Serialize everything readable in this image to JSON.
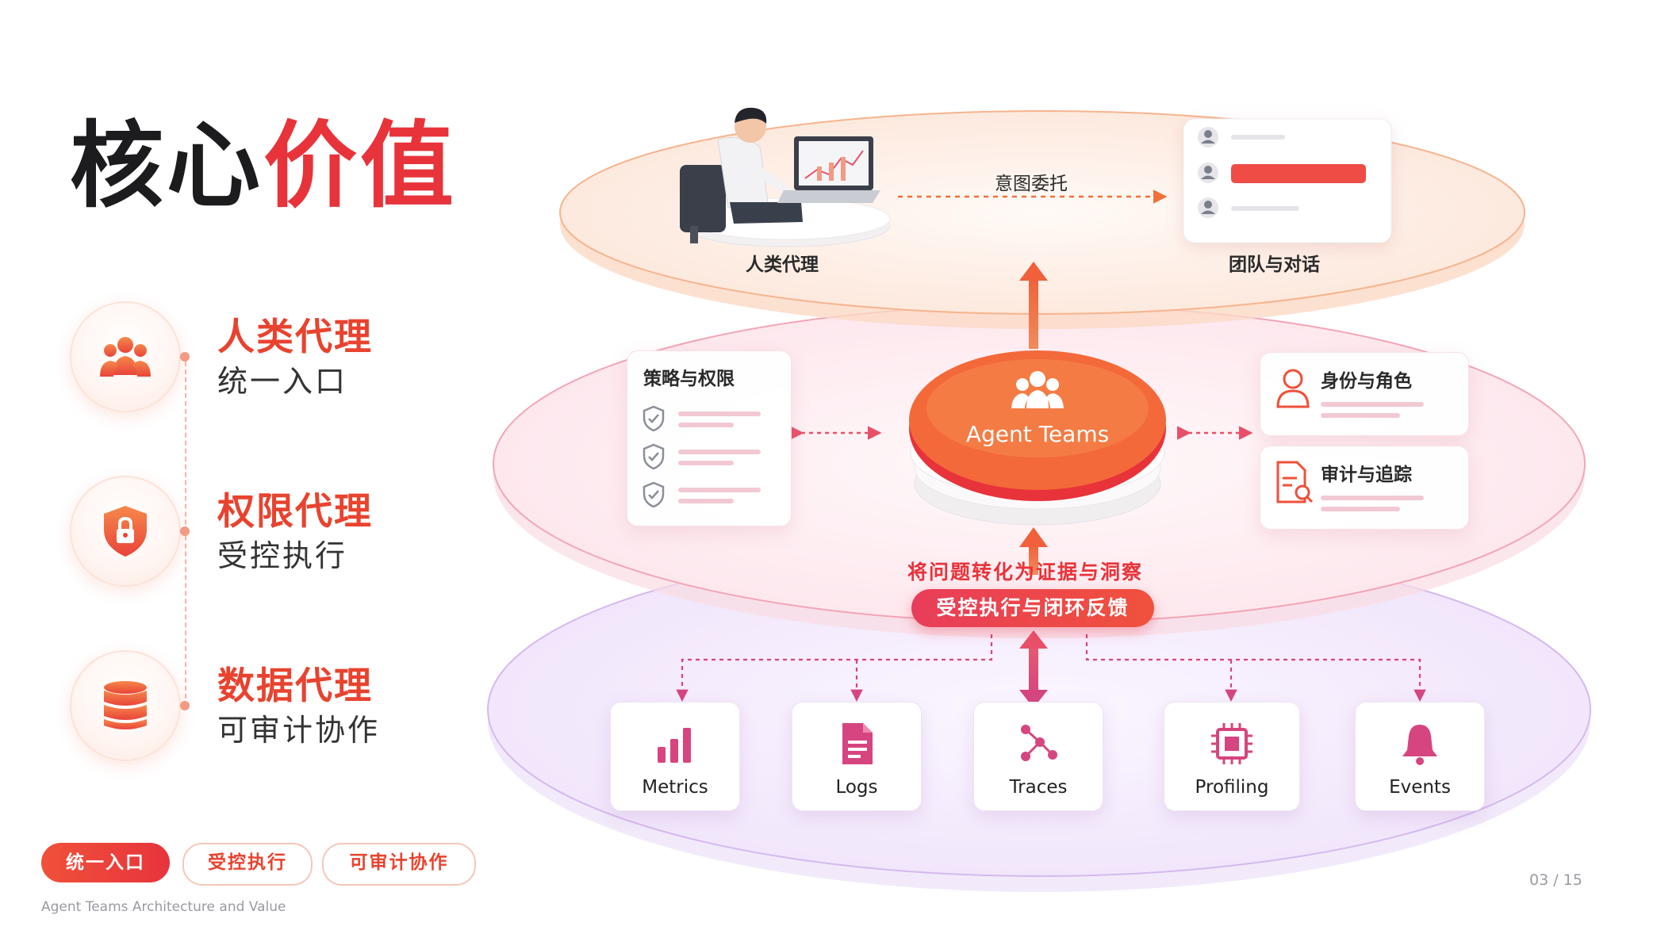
{
  "title": {
    "part1": "核心",
    "part2": "价值"
  },
  "values": [
    {
      "icon": "team-icon",
      "title": "人类代理",
      "subtitle": "统一入口"
    },
    {
      "icon": "shield-lock-icon",
      "title": "权限代理",
      "subtitle": "受控执行"
    },
    {
      "icon": "database-icon",
      "title": "数据代理",
      "subtitle": "可审计协作"
    }
  ],
  "pills": [
    "统一入口",
    "受控执行",
    "可审计协作"
  ],
  "footer": "Agent Teams Architecture and Value",
  "page_number": "03 / 15",
  "diagram": {
    "top_layer": {
      "human_label": "人类代理",
      "delegation_label": "意图委托",
      "team_label": "团队与对话"
    },
    "middle_layer": {
      "policy_title": "策略与权限",
      "core_label": "Agent Teams",
      "identity_title": "身份与角色",
      "audit_title": "审计与追踪",
      "insight_text": "将问题转化为证据与洞察",
      "feedback_text": "受控执行与闭环反馈"
    },
    "bottom_layer": {
      "sources": [
        {
          "label": "Metrics",
          "icon": "bar-chart-icon"
        },
        {
          "label": "Logs",
          "icon": "document-icon"
        },
        {
          "label": "Traces",
          "icon": "trace-graph-icon"
        },
        {
          "label": "Profiling",
          "icon": "chip-icon"
        },
        {
          "label": "Events",
          "icon": "bell-icon"
        }
      ]
    }
  },
  "colors": {
    "accent_red": "#e8333a",
    "accent_orange": "#f0703a",
    "layer_top": "#f7b58f",
    "layer_mid": "#f3a3b3",
    "layer_bottom": "#c9a9e6",
    "source_icon": "#d6457f"
  }
}
